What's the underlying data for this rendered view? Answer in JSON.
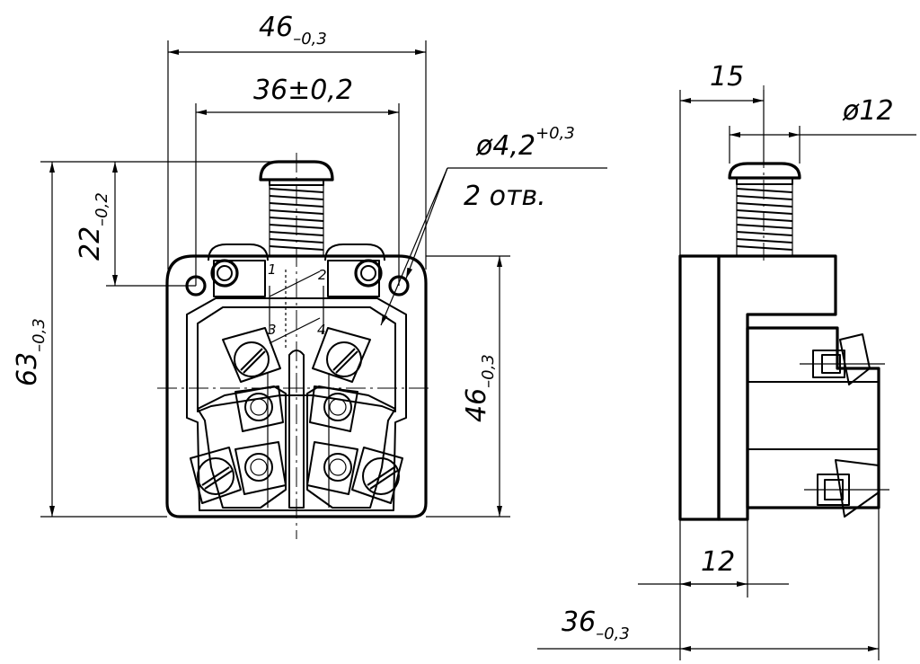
{
  "front_view": {
    "overall_width": "46",
    "overall_width_tol": "–0,3",
    "hole_spacing": "36±0,2",
    "overall_height": "63",
    "overall_height_tol": "–0,3",
    "button_to_holes": "22",
    "button_to_holes_tol": "–0,2",
    "body_height": "46",
    "body_height_tol": "–0,3",
    "hole_diameter": "ø4,2",
    "hole_diameter_tol": "+0,3",
    "hole_count": "2 отв.",
    "terminal_1": "1",
    "terminal_2": "2",
    "terminal_3": "3",
    "terminal_4": "4"
  },
  "side_view": {
    "button_offset": "15",
    "button_diameter": "ø12",
    "flange_thickness": "12",
    "total_depth": "36",
    "total_depth_tol": "–0,3"
  }
}
